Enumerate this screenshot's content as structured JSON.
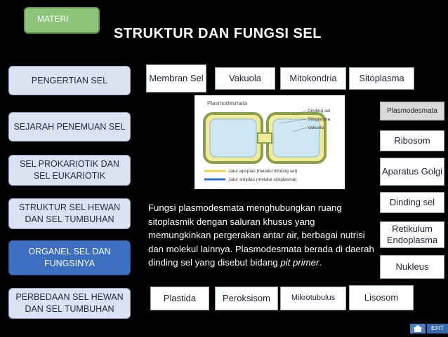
{
  "header": {
    "materi_label": "MATERI",
    "title": "STRUKTUR DAN FUNGSI SEL"
  },
  "nav": {
    "items": [
      {
        "label": "PENGERTIAN SEL"
      },
      {
        "label": "SEJARAH PENEMUAN SEL"
      },
      {
        "label": "SEL PROKARIOTIK DAN SEL EUKARIOTIK"
      },
      {
        "label": "STRUKTUR SEL HEWAN DAN SEL TUMBUHAN"
      },
      {
        "label": "ORGANEL SEL DAN FUNGSINYA"
      },
      {
        "label": "PERBEDAAN SEL HEWAN DAN SEL TUMBUHAN"
      }
    ]
  },
  "top_organelles": [
    {
      "label": "Membran Sel"
    },
    {
      "label": "Vakuola"
    },
    {
      "label": "Mitokondria"
    },
    {
      "label": "Sitoplasma"
    }
  ],
  "right_organelles": [
    {
      "label": "Plasmodesmata"
    },
    {
      "label": "Ribosom"
    },
    {
      "label": "Aparatus Golgi"
    },
    {
      "label": "Dinding sel"
    },
    {
      "label": "Retikulum Endoplasma"
    },
    {
      "label": "Nukleus"
    }
  ],
  "bottom_organelles": [
    {
      "label": "Plastida"
    },
    {
      "label": "Peroksisom"
    },
    {
      "label": "Mikrotubulus"
    },
    {
      "label": "Lisosom"
    }
  ],
  "diagram": {
    "title": "Plasmodesmata",
    "labels": {
      "dinding": "Dinding sel",
      "sitoplasma": "Sitoplasma",
      "vakuola": "Vakuola",
      "apoplas": "Jalur apoplas (melalui dinding sel)",
      "simplas": "Jalur simplas (melalui sitoplasma)"
    }
  },
  "description": {
    "text": "Fungsi  plasmodesmata menghubungkan ruang sitoplasmik dengan saluran khusus yang memungkinkan pergerakan antar air, berbagai nutrisi dan molekul lainnya. Plasmodesmata berada di daerah dinding  sel yang disebut bidang ",
    "italic": "pit primer",
    "end": "."
  },
  "footer": {
    "exit_label": "EXIT"
  }
}
